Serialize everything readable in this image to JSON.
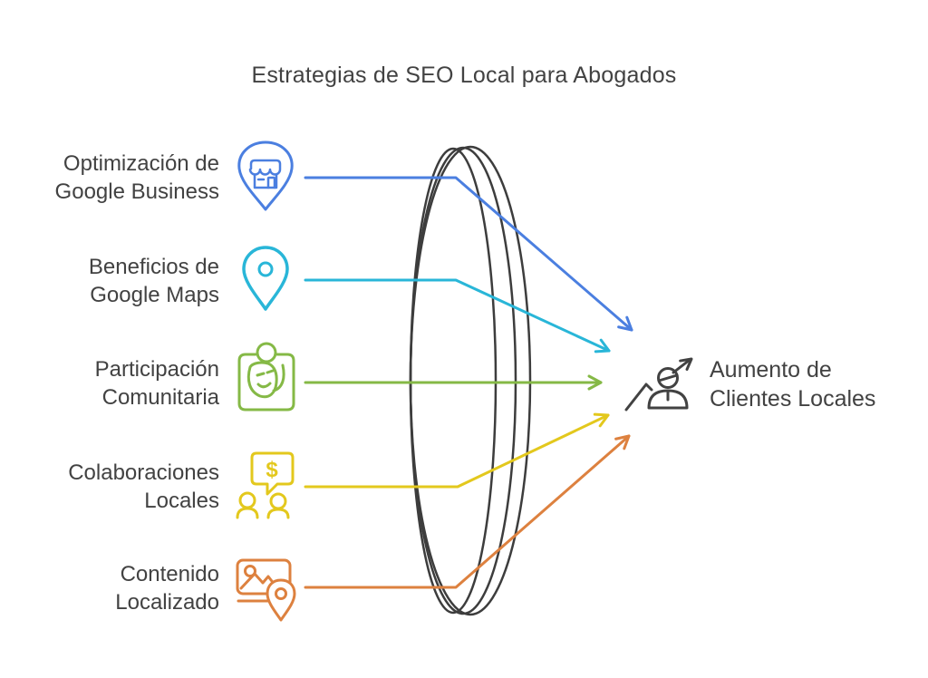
{
  "title": "Estrategias de SEO Local para Abogados",
  "colors": {
    "text": "#424242",
    "lens": "#3d3d3d",
    "background": "#ffffff"
  },
  "flow": {
    "items": [
      {
        "label": "Optimización de\nGoogle Business",
        "icon": "storefront-pin-icon",
        "color": "#4b7fe0"
      },
      {
        "label": "Beneficios de\nGoogle Maps",
        "icon": "map-pin-icon",
        "color": "#29b6d8"
      },
      {
        "label": "Participación\nComunitaria",
        "icon": "community-person-icon",
        "color": "#85b946"
      },
      {
        "label": "Colaboraciones\nLocales",
        "icon": "money-chat-people-icon",
        "color": "#e3c81d"
      },
      {
        "label": "Contenido\nLocalizado",
        "icon": "localized-media-pin-icon",
        "color": "#dd813f"
      }
    ],
    "result": {
      "label": "Aumento de\nClientes Locales",
      "icon": "client-growth-icon",
      "color": "#424242"
    }
  },
  "icon_glyphs": {
    "dollar": "$"
  }
}
